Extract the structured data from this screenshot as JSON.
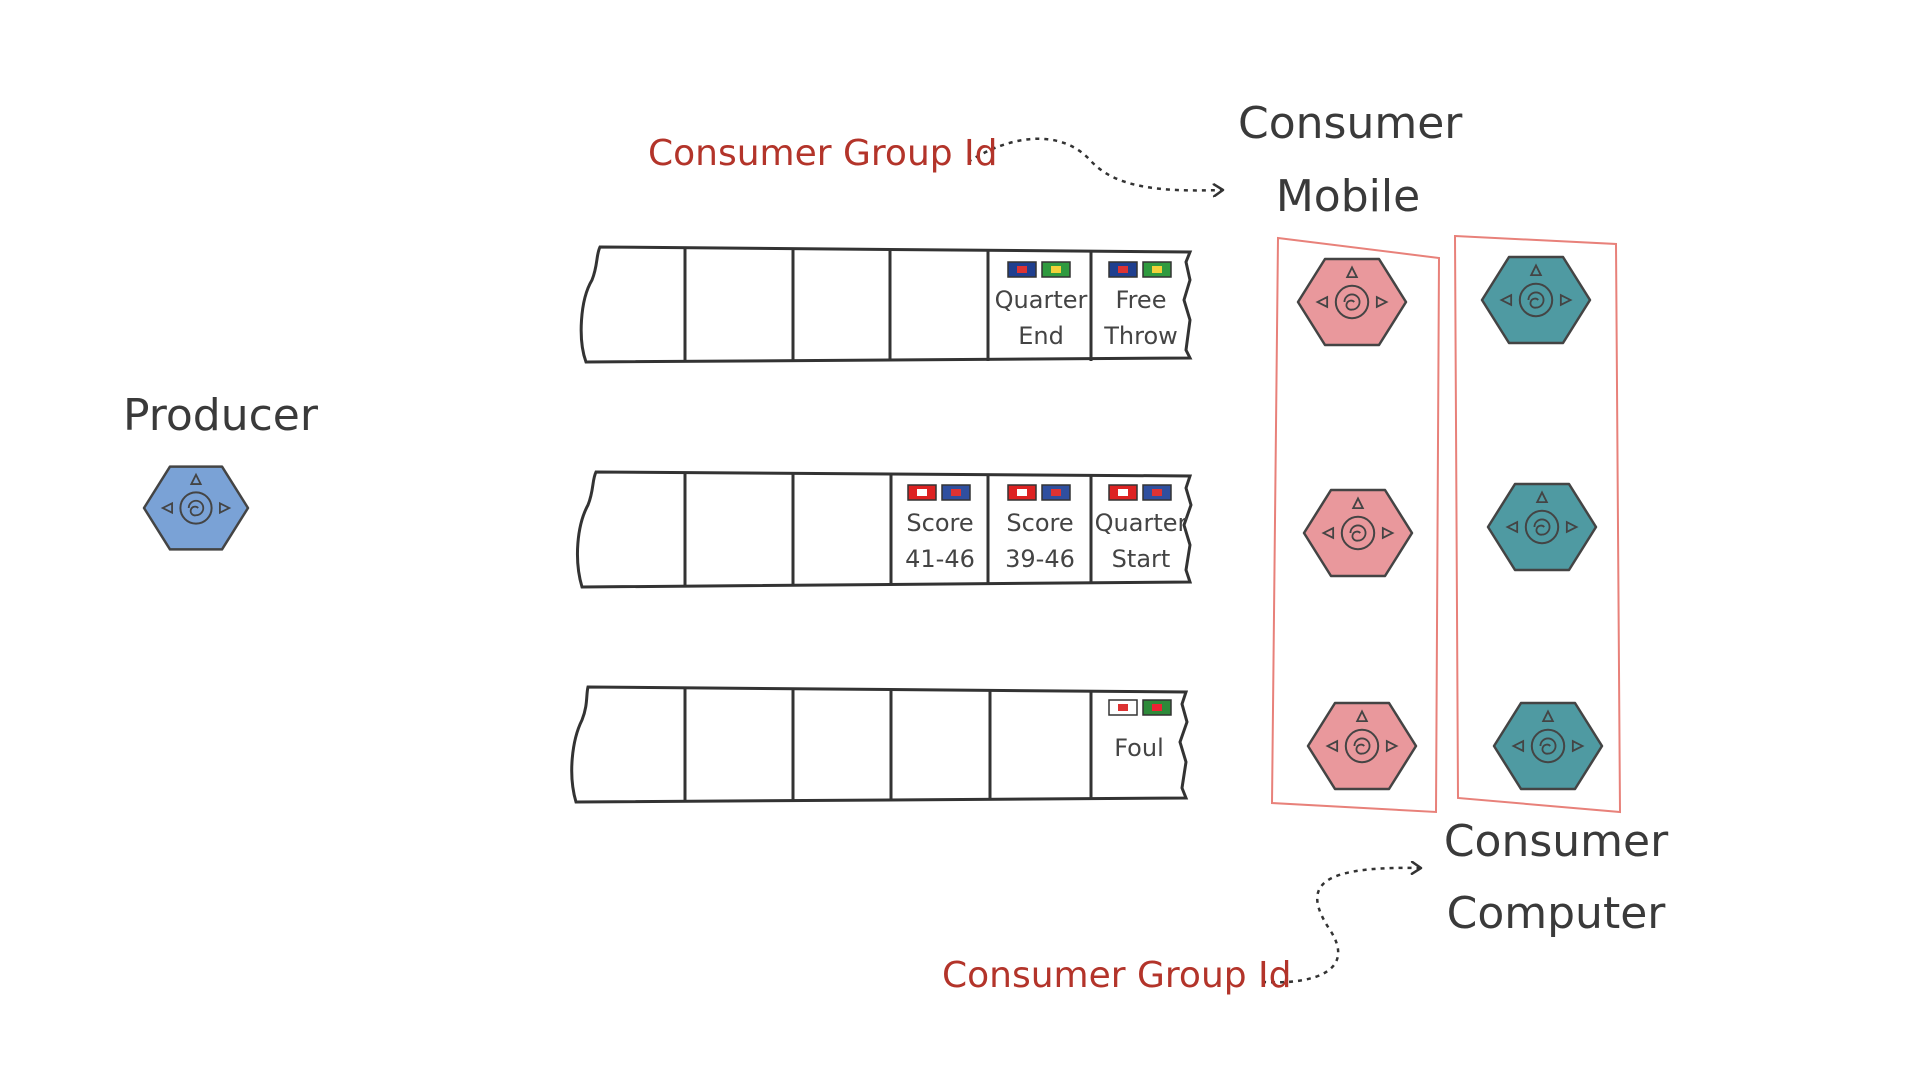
{
  "producer": {
    "label": "Producer",
    "color": "#7aa2d6"
  },
  "consumer_mobile": {
    "line1": "Consumer",
    "line2": "Mobile",
    "color": "#e9989c"
  },
  "consumer_computer": {
    "line1": "Consumer",
    "line2": "Computer",
    "color": "#4f9aa2"
  },
  "group_id_top": "Consumer Group Id",
  "group_id_bottom": "Consumer Group Id",
  "partitions": [
    {
      "messages": [
        {
          "flags": [
            "au",
            "br"
          ],
          "line1": "Quarter",
          "line2": "End"
        },
        {
          "flags": [
            "au",
            "br"
          ],
          "line1": "Free",
          "line2": "Throw"
        }
      ]
    },
    {
      "messages": [
        {
          "flags": [
            "ca",
            "us"
          ],
          "line1": "Score",
          "line2": "41-46"
        },
        {
          "flags": [
            "ca",
            "us"
          ],
          "line1": "Score",
          "line2": "39-46"
        },
        {
          "flags": [
            "ca",
            "us"
          ],
          "line1": "Quarter",
          "line2": "Start"
        }
      ]
    },
    {
      "messages": [
        {
          "flags": [
            "pl",
            "pt"
          ],
          "line1": "Foul",
          "line2": ""
        }
      ]
    }
  ],
  "colors": {
    "outline": "#333333",
    "group_box": "#e8817a",
    "label_red": "#b3342a"
  }
}
